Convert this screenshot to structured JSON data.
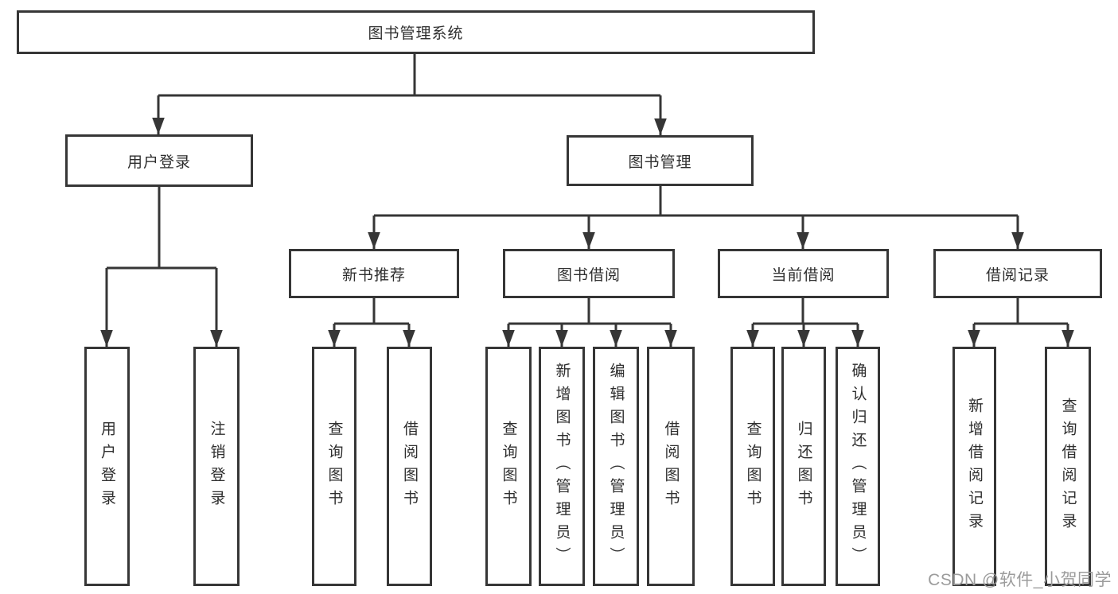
{
  "diagram": {
    "title": "图书管理系统",
    "colors": {
      "line": "#363636",
      "text": "#2e2e2e",
      "background": "#ffffff",
      "watermark": "#9c9c9c"
    },
    "nodes": {
      "root": {
        "label": "图书管理系统"
      },
      "user_login": {
        "label": "用户登录"
      },
      "book_management": {
        "label": "图书管理"
      },
      "new_book_recommend": {
        "label": "新书推荐"
      },
      "book_borrowing": {
        "label": "图书借阅"
      },
      "current_borrowing": {
        "label": "当前借阅"
      },
      "borrowing_records": {
        "label": "借阅记录"
      },
      "leaf_user_login": {
        "label": "用户登录"
      },
      "leaf_logout": {
        "label": "注销登录"
      },
      "leaf_query_books_recommend": {
        "label": "查询图书"
      },
      "leaf_borrow_books_recommend": {
        "label": "借阅图书"
      },
      "leaf_query_books_borrowing": {
        "label": "查询图书"
      },
      "leaf_add_books_admin": {
        "label": "新增图书（管理员）"
      },
      "leaf_edit_books_admin": {
        "label": "编辑图书（管理员）"
      },
      "leaf_borrow_books_borrowing": {
        "label": "借阅图书"
      },
      "leaf_query_books_current": {
        "label": "查询图书"
      },
      "leaf_return_books": {
        "label": "归还图书"
      },
      "leaf_confirm_return_admin": {
        "label": "确认归还（管理员）"
      },
      "leaf_add_borrow_record": {
        "label": "新增借阅记录"
      },
      "leaf_query_borrow_record": {
        "label": "查询借阅记录"
      }
    },
    "structure": {
      "图书管理系统": {
        "用户登录": [
          "用户登录",
          "注销登录"
        ],
        "图书管理": {
          "新书推荐": [
            "查询图书",
            "借阅图书"
          ],
          "图书借阅": [
            "查询图书",
            "新增图书（管理员）",
            "编辑图书（管理员）",
            "借阅图书"
          ],
          "当前借阅": [
            "查询图书",
            "归还图书",
            "确认归还（管理员）"
          ],
          "借阅记录": [
            "新增借阅记录",
            "查询借阅记录"
          ]
        }
      }
    }
  },
  "watermark": {
    "text": "CSDN @软件_小贺同学"
  }
}
